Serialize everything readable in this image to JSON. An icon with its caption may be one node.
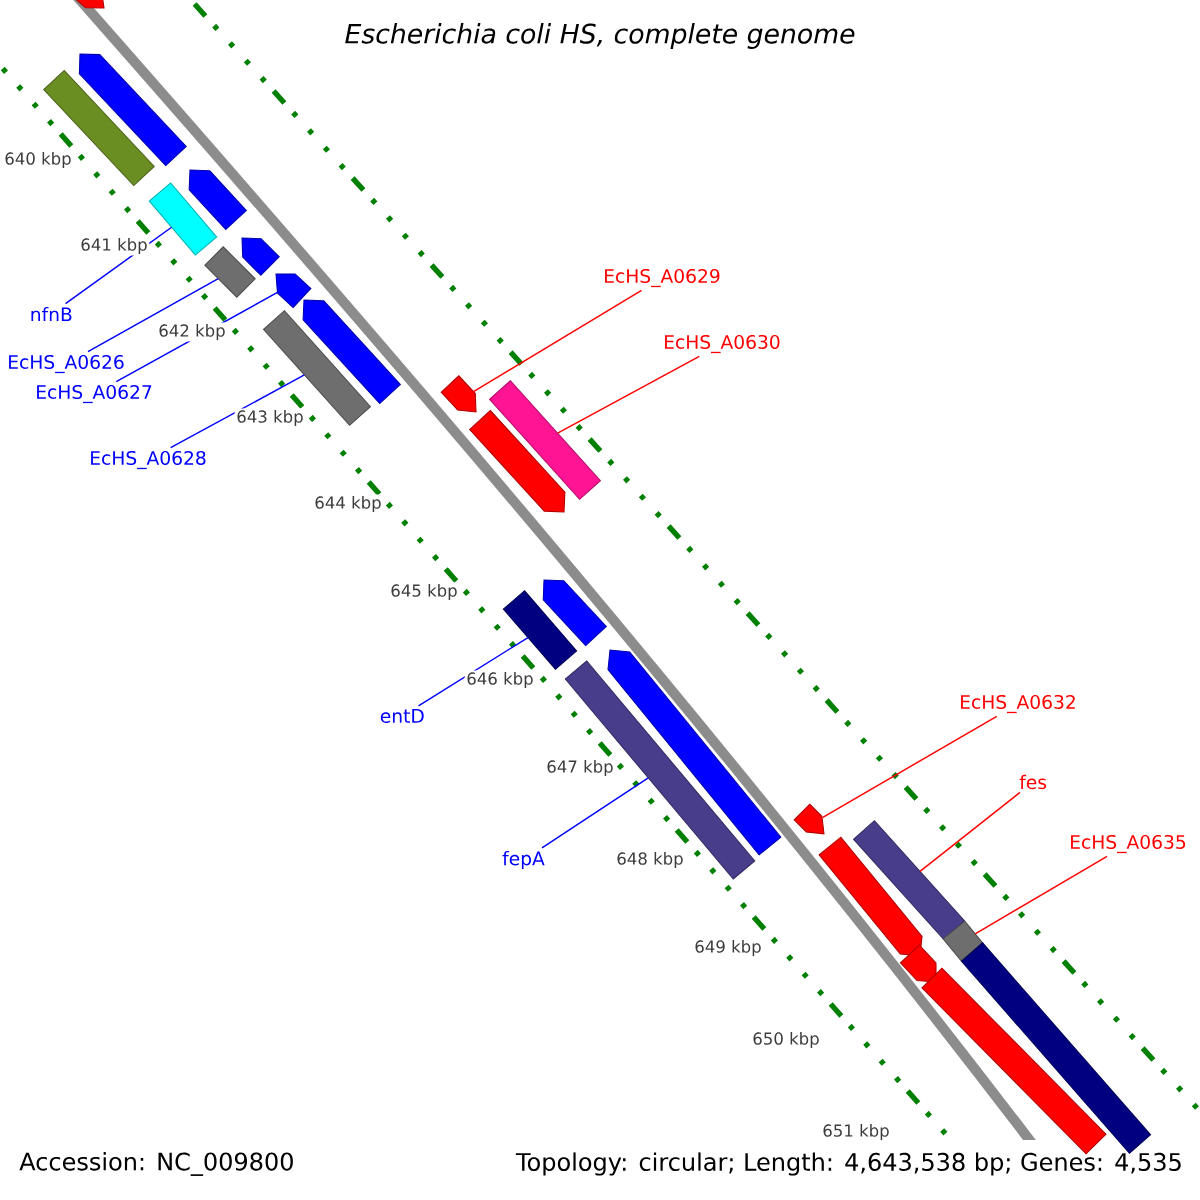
{
  "diagram": {
    "title": "Escherichia coli HS, complete genome",
    "nodes": [
      {
        "text": [],
        "shape": "pentagon"
      },
      {
        "text": [],
        "shape": "bar"
      },
      {
        "text": [],
        "shape": "pentagon"
      },
      {
        "text": [],
        "shape": "bar"
      },
      {
        "text": [],
        "shape": "pentagon"
      },
      {
        "text": [],
        "shape": "bar"
      },
      {
        "text": [],
        "shape": "pentagon"
      },
      {
        "text": [],
        "shape": "pentagon"
      },
      {
        "text": [],
        "shape": "bar"
      },
      {
        "text": [],
        "shape": "pentagon"
      },
      {
        "text": [],
        "shape": "pentagon"
      },
      {
        "text": [],
        "shape": "bar"
      },
      {
        "text": [],
        "shape": "pentagon"
      },
      {
        "text": [],
        "shape": "bar"
      },
      {
        "text": [],
        "shape": "pentagon"
      },
      {
        "text": [],
        "shape": "bar"
      },
      {
        "text": [],
        "shape": "pentagon"
      },
      {
        "text": [],
        "shape": "pentagon"
      },
      {
        "text": [],
        "shape": "pentagon"
      },
      {
        "text": [],
        "shape": "pentagon"
      },
      {
        "text": [],
        "shape": "bar"
      },
      {
        "text": [],
        "shape": "bar"
      },
      {
        "text": [],
        "shape": "bar"
      },
      {
        "text": [],
        "shape": "bar"
      },
      {
        "text": [
          "nfnB"
        ]
      },
      {
        "text": [
          "EcHS_A0626"
        ]
      },
      {
        "text": [
          "EcHS_A0627"
        ]
      },
      {
        "text": [
          "EcHS_A0628"
        ]
      },
      {
        "text": [
          "EcHS_A0629"
        ]
      },
      {
        "text": [
          "EcHS_A0630"
        ]
      },
      {
        "text": [
          "entD"
        ]
      },
      {
        "text": [
          "fepA"
        ]
      },
      {
        "text": [
          "EcHS_A0632"
        ]
      },
      {
        "text": [
          "fes"
        ]
      },
      {
        "text": [
          "EcHS_A0635"
        ]
      }
    ],
    "edges": [
      {
        "from": 24,
        "to": 3,
        "arrow": "none"
      },
      {
        "from": 25,
        "to": 5,
        "arrow": "none"
      },
      {
        "from": 26,
        "to": 7,
        "arrow": "none"
      },
      {
        "from": 27,
        "to": 8,
        "arrow": "none"
      },
      {
        "from": 28,
        "to": 10,
        "arrow": "none",
        "color": "#ff0000"
      },
      {
        "from": 29,
        "to": 11,
        "arrow": "none",
        "color": "#ff0000"
      },
      {
        "from": 30,
        "to": 13,
        "arrow": "none"
      },
      {
        "from": 31,
        "to": 15,
        "arrow": "none"
      },
      {
        "from": 32,
        "to": 17,
        "arrow": "none",
        "color": "#ff0000"
      },
      {
        "from": 33,
        "to": 21,
        "arrow": "none",
        "color": "#ff0000"
      },
      {
        "from": 34,
        "to": 22,
        "arrow": "none",
        "color": "#ff0000"
      }
    ],
    "labels": [
      "640 kbp",
      "641 kbp",
      "642 kbp",
      "643 kbp",
      "644 kbp",
      "645 kbp",
      "646 kbp",
      "647 kbp",
      "648 kbp",
      "649 kbp",
      "650 kbp",
      "651 kbp",
      "Accession: NC_009800",
      "Topology: circular; Length: 4,643,538 bp; Genes: 4,535"
    ]
  }
}
